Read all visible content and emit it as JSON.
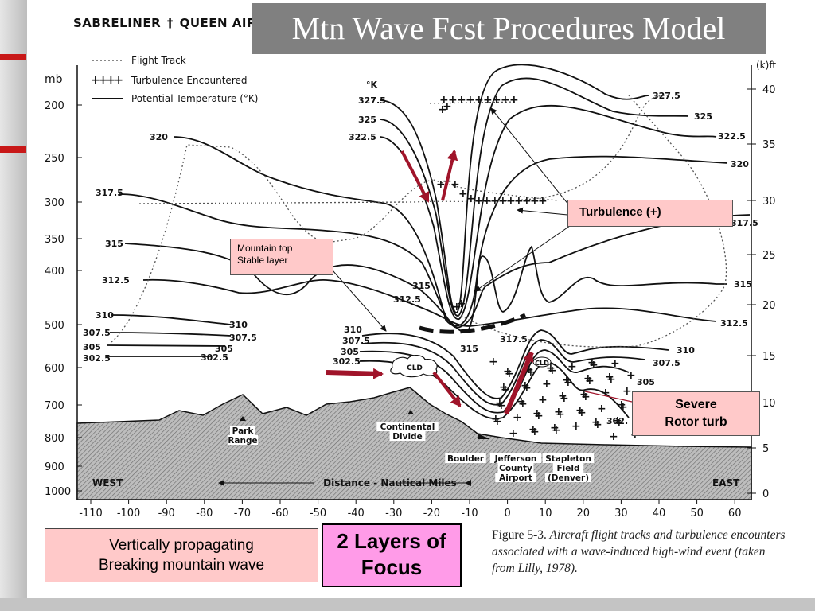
{
  "slide": {
    "title": "Mtn Wave Fcst Procedures Model",
    "accent_red": "#c81818",
    "callout_pink": "#ffc9c9",
    "focus_magenta": "#ff9be8",
    "arrow_maroon": "#a0142a"
  },
  "figure": {
    "header": "SABRELINER",
    "header_icon": "airplane-icon",
    "header_right": "QUEEN AIR",
    "legend": [
      {
        "style": "dotted",
        "label": "Flight Track"
      },
      {
        "style": "plus",
        "label": "Turbulence Encountered"
      },
      {
        "style": "solid",
        "label": "Potential Temperature (°K)"
      }
    ],
    "left_axis_unit": "mb",
    "left_axis_ticks": [
      "200",
      "250",
      "300",
      "350",
      "400",
      "500",
      "600",
      "700",
      "800",
      "900",
      "1000"
    ],
    "right_axis_unit": "(k)ft",
    "right_axis_ticks": [
      "40",
      "35",
      "30",
      "25",
      "20",
      "15",
      "10",
      "5",
      "0"
    ],
    "x_axis_ticks": [
      "-110",
      "-100",
      "-90",
      "-80",
      "-70",
      "-60",
      "-50",
      "-40",
      "-30",
      "-20",
      "-10",
      "0",
      "10",
      "20",
      "30",
      "40",
      "50",
      "60"
    ],
    "x_axis_label": "Distance - Nautical Miles",
    "west_label": "WEST",
    "east_label": "EAST",
    "isentrope_unit": "°K",
    "isentrope_labels": [
      {
        "v": "327.5"
      },
      {
        "v": "325"
      },
      {
        "v": "322.5"
      },
      {
        "v": "320"
      },
      {
        "v": "317.5"
      },
      {
        "v": "315"
      },
      {
        "v": "312.5"
      },
      {
        "v": "310"
      },
      {
        "v": "307.5"
      },
      {
        "v": "305"
      },
      {
        "v": "302.5"
      },
      {
        "v": "327.5"
      },
      {
        "v": "325"
      },
      {
        "v": "322.5"
      },
      {
        "v": "320"
      },
      {
        "v": "317.5"
      },
      {
        "v": "315"
      },
      {
        "v": "312.5"
      },
      {
        "v": "310"
      },
      {
        "v": "307.5"
      },
      {
        "v": "305"
      },
      {
        "v": "302.5"
      },
      {
        "v": "310"
      },
      {
        "v": "307.5"
      },
      {
        "v": "305"
      },
      {
        "v": "302.5"
      },
      {
        "v": "315"
      },
      {
        "v": "312.5"
      },
      {
        "v": "315"
      },
      {
        "v": "317.5"
      },
      {
        "v": "310"
      },
      {
        "v": "307.5"
      },
      {
        "v": "305"
      },
      {
        "v": "302."
      },
      {
        "v": "320"
      },
      {
        "v": "317.5"
      },
      {
        "v": "315"
      }
    ],
    "cloud_label": "CLD",
    "places": [
      {
        "lines": [
          "Park",
          "Range"
        ]
      },
      {
        "lines": [
          "Continental",
          "Divide"
        ]
      },
      {
        "lines": [
          "Boulder"
        ]
      },
      {
        "lines": [
          "Jefferson",
          "County",
          "Airport"
        ]
      },
      {
        "lines": [
          "Stapleton",
          "Field",
          "(Denver)"
        ]
      }
    ],
    "caption_figure": "Figure 5-3.",
    "caption_text": "Aircraft flight tracks and turbulence encounters associated with a wave-induced high-wind event (taken from Lilly, 1978)."
  },
  "callouts": {
    "mountain_top": [
      "Mountain top",
      "Stable layer"
    ],
    "turbulence": "Turbulence (+)",
    "severe_rotor": [
      "Severe",
      "Rotor turb"
    ],
    "vertically_propagating": [
      "Vertically propagating",
      "Breaking mountain wave"
    ],
    "two_layers": [
      "2 Layers of",
      "Focus"
    ]
  }
}
